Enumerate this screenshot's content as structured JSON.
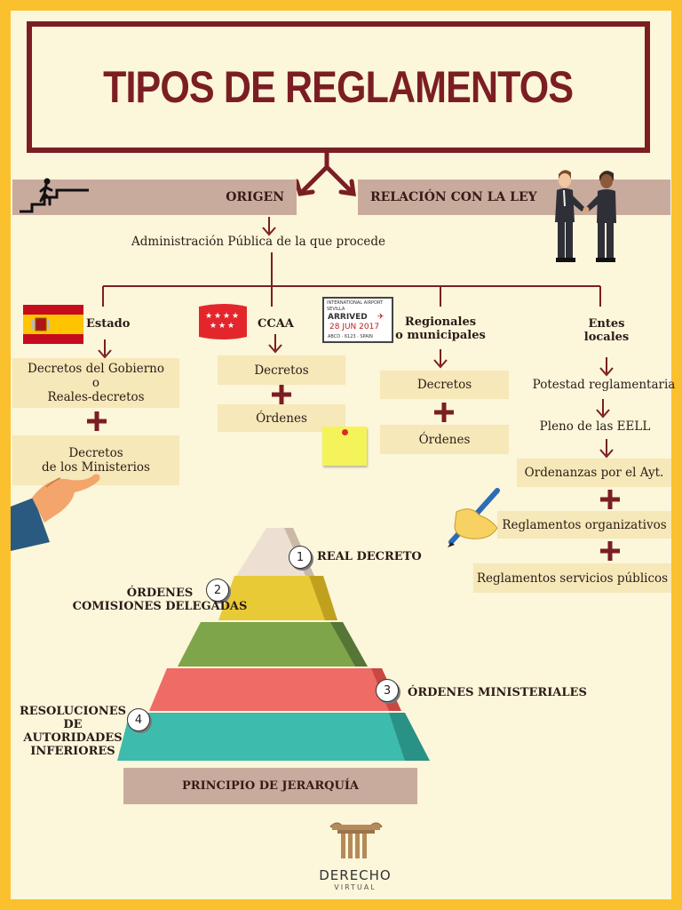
{
  "title": "TIPOS DE REGLAMENTOS",
  "origen": "ORIGEN",
  "relacion": "RELACIÓN CON LA LEY",
  "admin": "Administración Pública de la que procede",
  "estado": {
    "label": "Estado",
    "box1": [
      "Decretos del Gobierno",
      "o",
      "Reales-decretos"
    ],
    "box2": [
      "Decretos",
      "de los Ministerios"
    ]
  },
  "ccaa": {
    "label": "CCAA",
    "box1": "Decretos",
    "box2": "Órdenes"
  },
  "regionales": {
    "label": [
      "Regionales",
      "o municipales"
    ],
    "box1": "Decretos",
    "box2": "Órdenes"
  },
  "entes": {
    "label": [
      "Entes",
      "locales"
    ],
    "item1": "Potestad reglamentaria",
    "item2": "Pleno de las EELL",
    "box1": "Ordenanzas por el Ayt.",
    "box2": "Reglamentos organizativos",
    "box3": "Reglamentos servicios públicos"
  },
  "stamp": {
    "line1": "INTERNATIONAL AIRPORT",
    "line2": "SEVILLA",
    "line3": "ARRIVED",
    "line4": "28 JUN 2017",
    "line5": "ABCD · 6123 · SPAIN"
  },
  "pyramid": {
    "level1": "REAL DECRETO",
    "level2": [
      "ÓRDENES",
      "COMISIONES DELEGADAS"
    ],
    "level3": "ÓRDENES MINISTERIALES",
    "level4": [
      "RESOLUCIONES",
      "DE",
      "AUTORIDADES",
      "INFERIORES"
    ],
    "n1": "1",
    "n2": "2",
    "n3": "3",
    "n4": "4",
    "principle": "PRINCIPIO DE JERARQUÍA"
  },
  "logo": {
    "name": "DERECHO",
    "sub": "VIRTUAL"
  },
  "colors": {
    "frame": "#fbc02d",
    "accent": "#7b1e24",
    "band": "#c9ab9e",
    "cream": "#f6e8b8",
    "background": "#fcf6da"
  }
}
